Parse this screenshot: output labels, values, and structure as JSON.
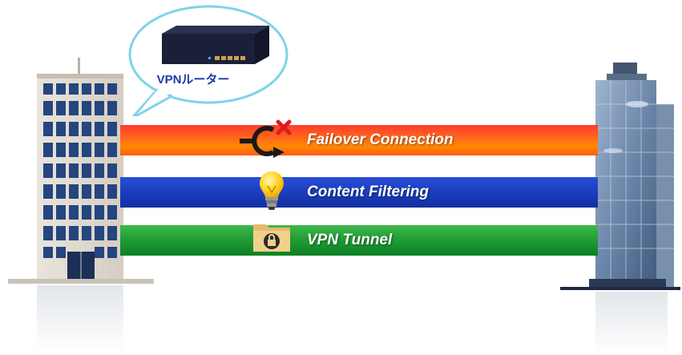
{
  "bubble": {
    "label": "VPNルーター"
  },
  "bands": [
    {
      "label": "Failover Connection",
      "icon": "failover-reconnect-icon",
      "color": "#ff6a1a"
    },
    {
      "label": "Content Filtering",
      "icon": "lightbulb-icon",
      "color": "#1c3fbf"
    },
    {
      "label": "VPN Tunnel",
      "icon": "folder-lock-icon",
      "color": "#1e9b33"
    }
  ]
}
